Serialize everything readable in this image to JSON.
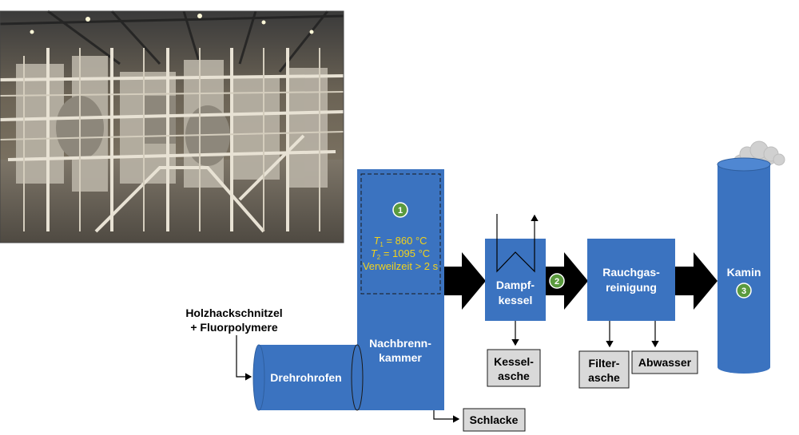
{
  "colors": {
    "box_blue": "#3b73c0",
    "box_border": "#2f5f9f",
    "gray_box": "#d9d9d9",
    "condition_text": "#f2d21b",
    "step_circle": "#5a9a3e",
    "arrow": "#000000"
  },
  "feed": {
    "line1": "Holzhackschnitzel",
    "line2": "+ Fluorpolymere"
  },
  "kiln": {
    "label": "Drehrohrofen"
  },
  "afterburner": {
    "line1": "Nachbrenn-",
    "line2": "kammer",
    "step": "1",
    "cond_t1_sym": "T",
    "cond_t1_sub": "1",
    "cond_t1_val": " = 860 °C",
    "cond_t2_sym": "T",
    "cond_t2_sub": "2",
    "cond_t2_val": " = 1095 °C",
    "cond_res": "Verweilzeit > 2 s"
  },
  "boiler": {
    "line1": "Dampf-",
    "line2": "kessel",
    "step": "2"
  },
  "flue_gas_cleaning": {
    "line1": "Rauchgas-",
    "line2": "reinigung"
  },
  "stack": {
    "label": "Kamin",
    "step": "3"
  },
  "residues": {
    "slag": "Schlacke",
    "boiler_ash_1": "Kessel-",
    "boiler_ash_2": "asche",
    "filter_ash_1": "Filter-",
    "filter_ash_2": "asche",
    "waste_water": "Abwasser"
  },
  "photo": {
    "description_icon": "plant-photo-icon"
  }
}
